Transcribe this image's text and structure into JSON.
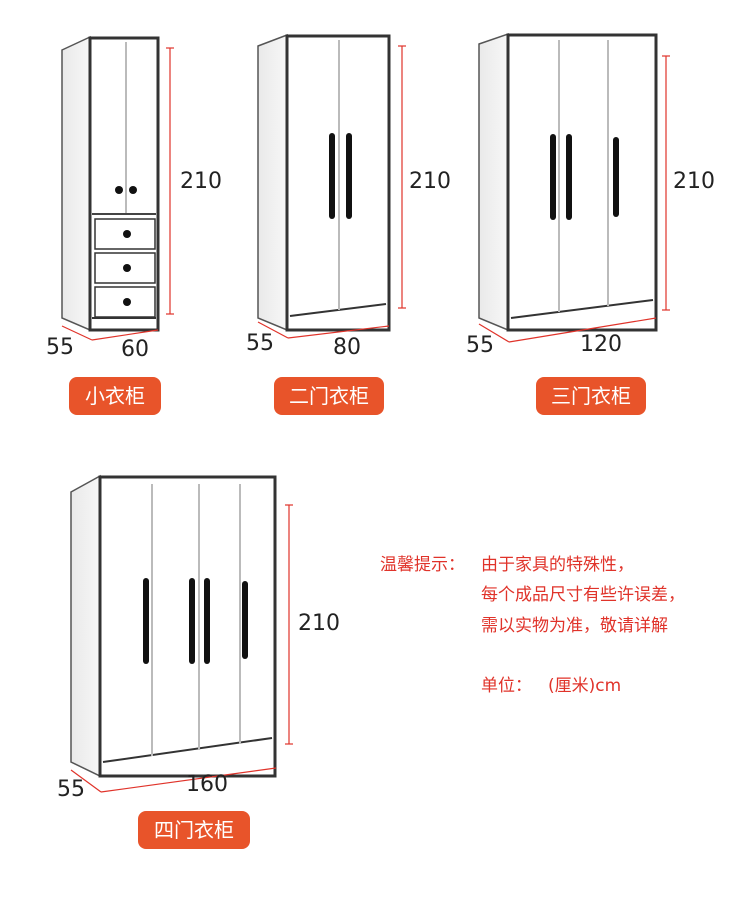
{
  "wardrobes": [
    {
      "id": "small",
      "label": "小衣柜",
      "height": "210",
      "depth": "55",
      "width": "60"
    },
    {
      "id": "two-door",
      "label": "二门衣柜",
      "height": "210",
      "depth": "55",
      "width": "80"
    },
    {
      "id": "three-door",
      "label": "三门衣柜",
      "height": "210",
      "depth": "55",
      "width": "120"
    },
    {
      "id": "four-door",
      "label": "四门衣柜",
      "height": "210",
      "depth": "55",
      "width": "160"
    }
  ],
  "notice": {
    "title": "温馨提示：",
    "line1": "由于家具的特殊性，",
    "line2": "每个成品尺寸有些许误差，",
    "line3": "需以实物为准，敬请详解",
    "unit_label": "单位：",
    "unit_value": "(厘米)cm"
  },
  "colors": {
    "accent": "#e8542a",
    "notice_text": "#e0332a",
    "dimension_line": "#e0332a"
  }
}
